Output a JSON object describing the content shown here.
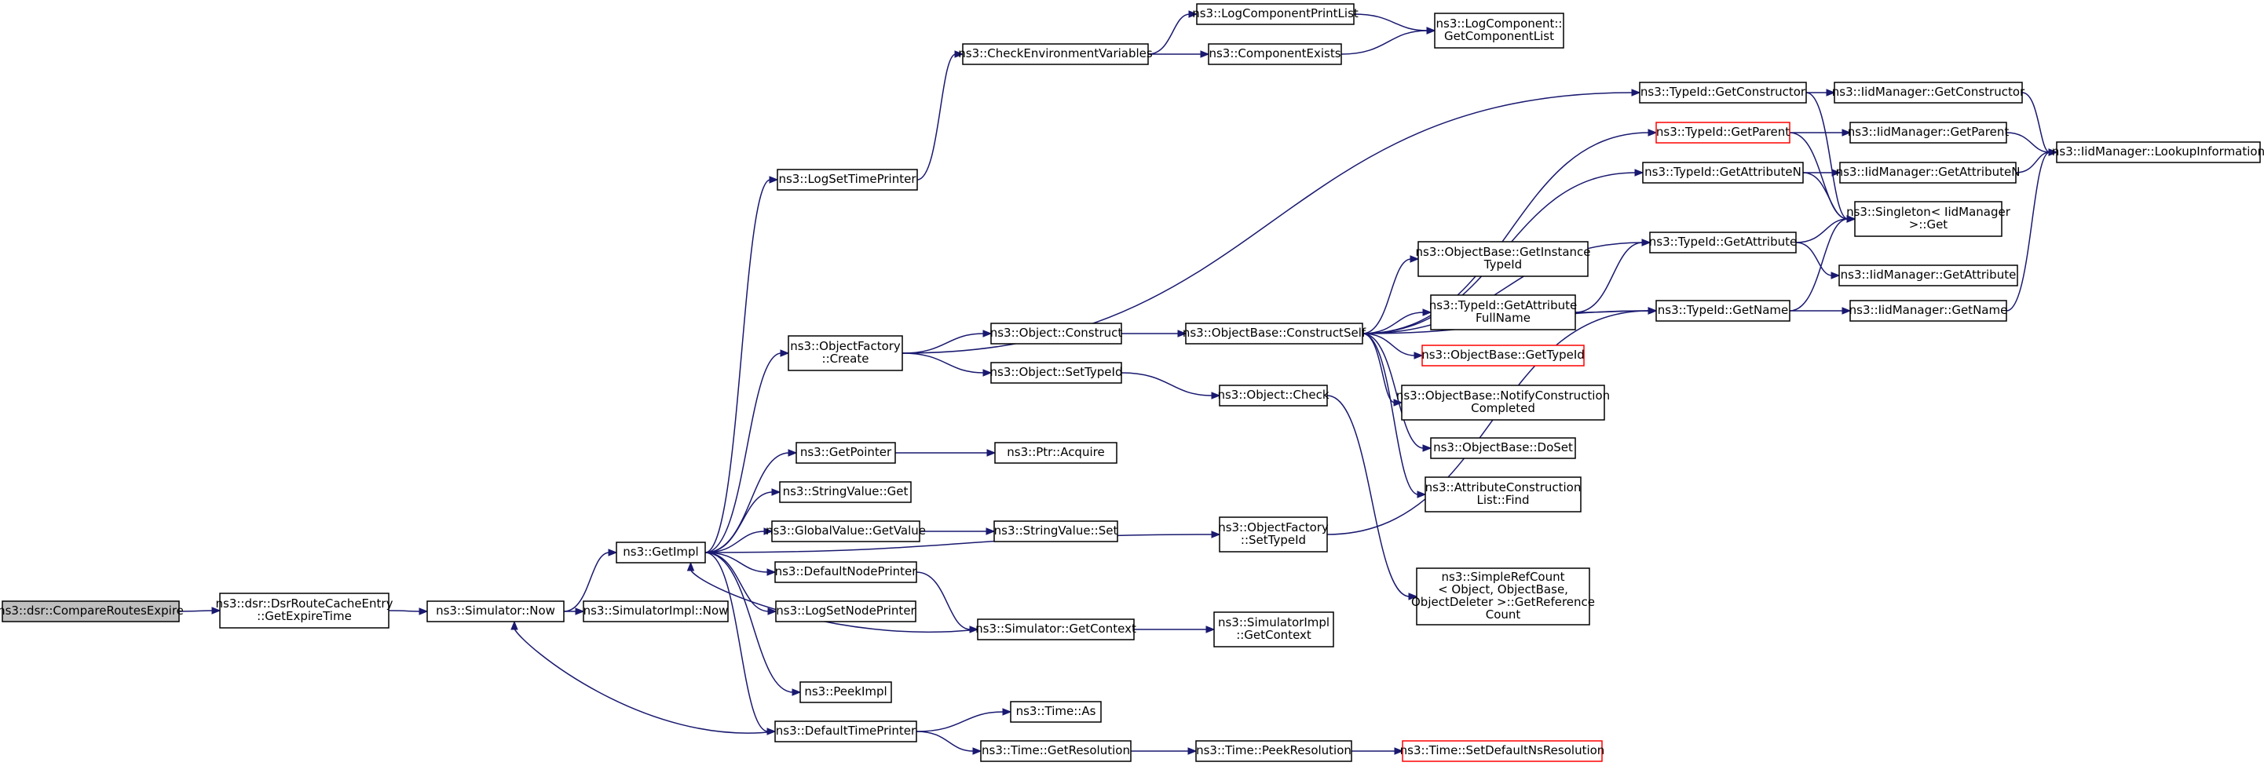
{
  "colors": {
    "edge": "#191970",
    "box_border": "#000000",
    "box_border_highlight": "#ff0000",
    "root_fill": "#bfbfbf",
    "box_fill": "#ffffff"
  },
  "nodes": [
    {
      "id": "compare",
      "lines": [
        "ns3::dsr::CompareRoutesExpire"
      ],
      "style": "root"
    },
    {
      "id": "getexpire",
      "lines": [
        "ns3::dsr::DsrRouteCacheEntry",
        "::GetExpireTime"
      ]
    },
    {
      "id": "simnow",
      "lines": [
        "ns3::Simulator::Now"
      ]
    },
    {
      "id": "simimplnow",
      "lines": [
        "ns3::SimulatorImpl::Now"
      ]
    },
    {
      "id": "getimpl",
      "lines": [
        "ns3::GetImpl"
      ]
    },
    {
      "id": "logsettime",
      "lines": [
        "ns3::LogSetTimePrinter"
      ]
    },
    {
      "id": "checkenv",
      "lines": [
        "ns3::CheckEnvironmentVariables"
      ]
    },
    {
      "id": "logprintlist",
      "lines": [
        "ns3::LogComponentPrintList"
      ]
    },
    {
      "id": "compexists",
      "lines": [
        "ns3::ComponentExists"
      ]
    },
    {
      "id": "getcomplist",
      "lines": [
        "ns3::LogComponent::",
        "GetComponentList"
      ]
    },
    {
      "id": "objfcreate",
      "lines": [
        "ns3::ObjectFactory",
        "::Create"
      ]
    },
    {
      "id": "objconstruct",
      "lines": [
        "ns3::Object::Construct"
      ]
    },
    {
      "id": "objsettypeid",
      "lines": [
        "ns3::Object::SetTypeId"
      ]
    },
    {
      "id": "constructself",
      "lines": [
        "ns3::ObjectBase::ConstructSelf"
      ]
    },
    {
      "id": "objcheck",
      "lines": [
        "ns3::Object::Check"
      ]
    },
    {
      "id": "getpointer",
      "lines": [
        "ns3::GetPointer"
      ]
    },
    {
      "id": "ptracquire",
      "lines": [
        "ns3::Ptr::Acquire"
      ]
    },
    {
      "id": "strvalget",
      "lines": [
        "ns3::StringValue::Get"
      ]
    },
    {
      "id": "globalget",
      "lines": [
        "ns3::GlobalValue::GetValue"
      ]
    },
    {
      "id": "strvalset",
      "lines": [
        "ns3::StringValue::Set"
      ]
    },
    {
      "id": "defnodeprinter",
      "lines": [
        "ns3::DefaultNodePrinter"
      ]
    },
    {
      "id": "logsetnode",
      "lines": [
        "ns3::LogSetNodePrinter"
      ]
    },
    {
      "id": "simgetctx",
      "lines": [
        "ns3::Simulator::GetContext"
      ]
    },
    {
      "id": "simimplgetctx",
      "lines": [
        "ns3::SimulatorImpl",
        "::GetContext"
      ]
    },
    {
      "id": "peekimpl",
      "lines": [
        "ns3::PeekImpl"
      ]
    },
    {
      "id": "deftimeprinter",
      "lines": [
        "ns3::DefaultTimePrinter"
      ]
    },
    {
      "id": "timeas",
      "lines": [
        "ns3::Time::As"
      ]
    },
    {
      "id": "timegetres",
      "lines": [
        "ns3::Time::GetResolution"
      ]
    },
    {
      "id": "timepeekres",
      "lines": [
        "ns3::Time::PeekResolution"
      ]
    },
    {
      "id": "timesetdef",
      "lines": [
        "ns3::Time::SetDefaultNsResolution"
      ],
      "style": "red"
    },
    {
      "id": "objfsettypeid",
      "lines": [
        "ns3::ObjectFactory",
        "::SetTypeId"
      ]
    },
    {
      "id": "simplerefcount",
      "lines": [
        "ns3::SimpleRefCount",
        "< Object, ObjectBase,",
        "ObjectDeleter >::GetReference",
        "Count"
      ]
    },
    {
      "id": "typeidgetctor",
      "lines": [
        "ns3::TypeId::GetConstructor"
      ]
    },
    {
      "id": "typeidgetparent",
      "lines": [
        "ns3::TypeId::GetParent"
      ],
      "style": "red"
    },
    {
      "id": "typeidgetattrn",
      "lines": [
        "ns3::TypeId::GetAttributeN"
      ]
    },
    {
      "id": "typeidgetattr",
      "lines": [
        "ns3::TypeId::GetAttribute"
      ]
    },
    {
      "id": "objbasegetinst",
      "lines": [
        "ns3::ObjectBase::GetInstance",
        "TypeId"
      ]
    },
    {
      "id": "typeidgetattrfull",
      "lines": [
        "ns3::TypeId::GetAttribute",
        "FullName"
      ]
    },
    {
      "id": "typeidgetname",
      "lines": [
        "ns3::TypeId::GetName"
      ]
    },
    {
      "id": "objbasegettypeid",
      "lines": [
        "ns3::ObjectBase::GetTypeId"
      ],
      "style": "red"
    },
    {
      "id": "notifyconstr",
      "lines": [
        "ns3::ObjectBase::NotifyConstruction",
        "Completed"
      ]
    },
    {
      "id": "doset",
      "lines": [
        "ns3::ObjectBase::DoSet"
      ]
    },
    {
      "id": "attrconstrfind",
      "lines": [
        "ns3::AttributeConstruction",
        "List::Find"
      ]
    },
    {
      "id": "iidgetctor",
      "lines": [
        "ns3::IidManager::GetConstructor"
      ]
    },
    {
      "id": "iidgetparent",
      "lines": [
        "ns3::IidManager::GetParent"
      ]
    },
    {
      "id": "iidgetattrn",
      "lines": [
        "ns3::IidManager::GetAttributeN"
      ]
    },
    {
      "id": "singletonget",
      "lines": [
        "ns3::Singleton< IidManager",
        " >::Get"
      ]
    },
    {
      "id": "iidgetattr",
      "lines": [
        "ns3::IidManager::GetAttribute"
      ]
    },
    {
      "id": "iidgetname",
      "lines": [
        "ns3::IidManager::GetName"
      ]
    },
    {
      "id": "iidlookup",
      "lines": [
        "ns3::IidManager::LookupInformation"
      ]
    }
  ],
  "edges": [
    [
      "compare",
      "getexpire"
    ],
    [
      "getexpire",
      "simnow"
    ],
    [
      "simnow",
      "simimplnow"
    ],
    [
      "simnow",
      "getimpl"
    ],
    [
      "getimpl",
      "logsettime"
    ],
    [
      "getimpl",
      "objfcreate"
    ],
    [
      "getimpl",
      "objfsettypeid"
    ],
    [
      "getimpl",
      "getpointer"
    ],
    [
      "getimpl",
      "strvalget"
    ],
    [
      "getimpl",
      "globalget"
    ],
    [
      "getimpl",
      "defnodeprinter"
    ],
    [
      "getimpl",
      "logsetnode"
    ],
    [
      "getimpl",
      "peekimpl"
    ],
    [
      "getimpl",
      "deftimeprinter"
    ],
    [
      "logsettime",
      "checkenv"
    ],
    [
      "checkenv",
      "logprintlist"
    ],
    [
      "checkenv",
      "compexists"
    ],
    [
      "logprintlist",
      "getcomplist"
    ],
    [
      "compexists",
      "getcomplist"
    ],
    [
      "objfcreate",
      "objconstruct"
    ],
    [
      "objfcreate",
      "objsettypeid"
    ],
    [
      "objfcreate",
      "typeidgetctor"
    ],
    [
      "objconstruct",
      "constructself"
    ],
    [
      "objsettypeid",
      "objcheck"
    ],
    [
      "objcheck",
      "simplerefcount"
    ],
    [
      "getpointer",
      "ptracquire"
    ],
    [
      "globalget",
      "strvalset"
    ],
    [
      "defnodeprinter",
      "simgetctx"
    ],
    [
      "simgetctx",
      "simimplgetctx"
    ],
    [
      "simgetctx",
      "getimpl"
    ],
    [
      "deftimeprinter",
      "simnow"
    ],
    [
      "deftimeprinter",
      "timeas"
    ],
    [
      "deftimeprinter",
      "timegetres"
    ],
    [
      "timegetres",
      "timepeekres"
    ],
    [
      "timepeekres",
      "timesetdef"
    ],
    [
      "objfsettypeid",
      "typeidgetname"
    ],
    [
      "constructself",
      "typeidgetparent"
    ],
    [
      "constructself",
      "typeidgetattrn"
    ],
    [
      "constructself",
      "typeidgetattr"
    ],
    [
      "constructself",
      "objbasegetinst"
    ],
    [
      "constructself",
      "typeidgetattrfull"
    ],
    [
      "constructself",
      "objbasegettypeid"
    ],
    [
      "constructself",
      "notifyconstr"
    ],
    [
      "constructself",
      "doset"
    ],
    [
      "constructself",
      "attrconstrfind"
    ],
    [
      "constructself",
      "typeidgetname"
    ],
    [
      "typeidgetctor",
      "iidgetctor"
    ],
    [
      "typeidgetctor",
      "singletonget"
    ],
    [
      "typeidgetparent",
      "iidgetparent"
    ],
    [
      "typeidgetparent",
      "singletonget"
    ],
    [
      "typeidgetattrn",
      "iidgetattrn"
    ],
    [
      "typeidgetattrn",
      "singletonget"
    ],
    [
      "typeidgetattr",
      "singletonget"
    ],
    [
      "typeidgetattr",
      "iidgetattr"
    ],
    [
      "typeidgetattrfull",
      "typeidgetattr"
    ],
    [
      "typeidgetattrfull",
      "typeidgetname"
    ],
    [
      "typeidgetname",
      "singletonget"
    ],
    [
      "typeidgetname",
      "iidgetname"
    ],
    [
      "iidgetctor",
      "iidlookup"
    ],
    [
      "iidgetparent",
      "iidlookup"
    ],
    [
      "iidgetattrn",
      "iidlookup"
    ],
    [
      "iidgetname",
      "iidlookup"
    ]
  ]
}
